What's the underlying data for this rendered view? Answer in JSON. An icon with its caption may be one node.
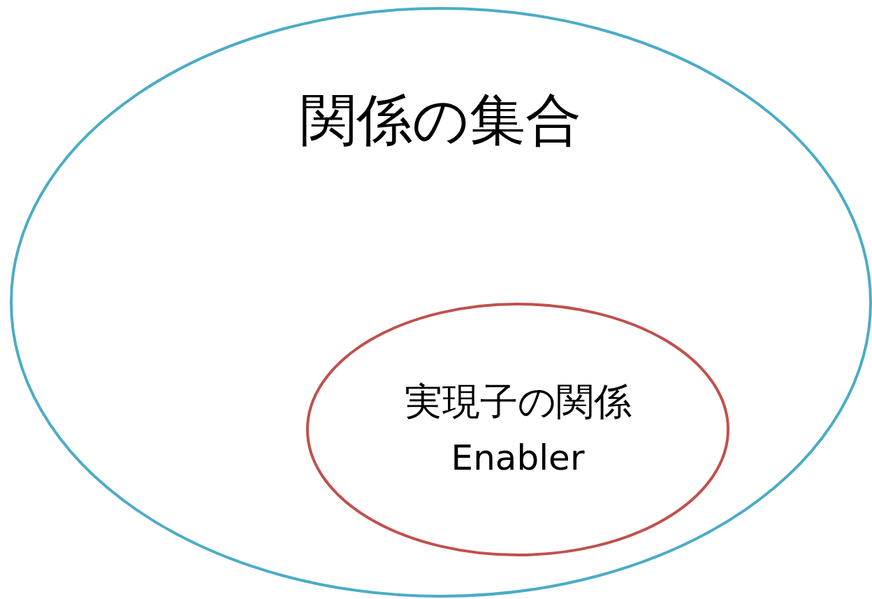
{
  "diagram": {
    "nodes": [
      {
        "text": [
          "関係の集合"
        ]
      },
      {
        "text": [
          "実現子の関係",
          "Enabler"
        ],
        "in": 0
      }
    ]
  }
}
